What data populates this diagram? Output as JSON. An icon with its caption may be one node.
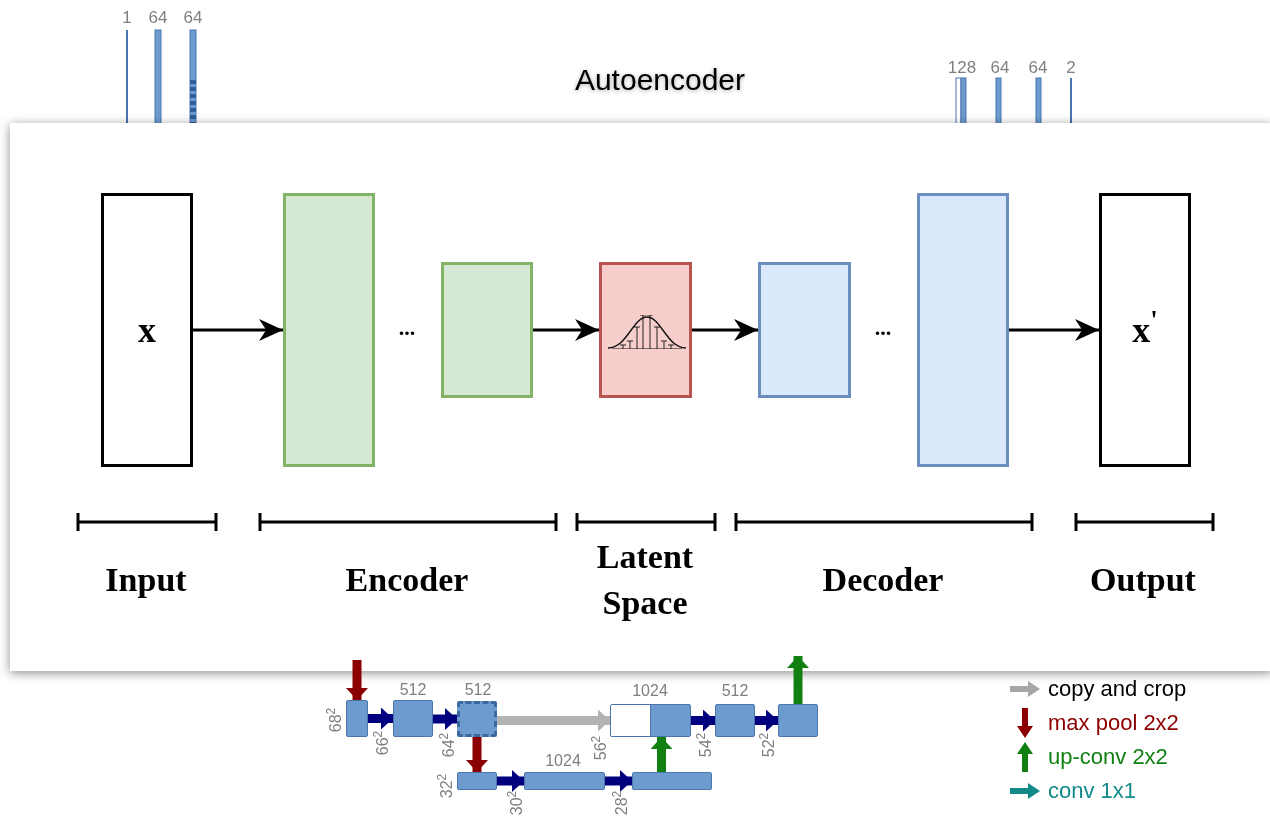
{
  "diagram": {
    "title": "Autoencoder",
    "nodes": [
      {
        "text": [
          "x"
        ]
      },
      {
        "text": [],
        "shape": "box"
      },
      {
        "text": [],
        "shape": "box"
      },
      {
        "text": [],
        "shape": "box"
      },
      {
        "text": [],
        "shape": "box"
      },
      {
        "text": [],
        "shape": "box"
      },
      {
        "text": [
          "x$^{'}$"
        ]
      },
      {
        "text": [],
        "shape": "bar",
        "beside": [
          "68$^{2}$"
        ]
      },
      {
        "text": [],
        "shape": "bar",
        "beside": [
          "512",
          "66$^{2}$"
        ]
      },
      {
        "text": [],
        "shape": "bar",
        "beside": [
          "512",
          "64$^{2}$"
        ]
      },
      {
        "text": [],
        "shape": "bar",
        "beside": [
          "1024",
          "56$^{2}$"
        ]
      },
      {
        "text": [],
        "shape": "bar",
        "beside": [
          "512",
          "54$^{2}$"
        ]
      },
      {
        "text": [],
        "shape": "bar",
        "beside": [
          "52$^{2}$"
        ]
      },
      {
        "text": [],
        "shape": "bar",
        "beside": [
          "32$^{2}$"
        ]
      },
      {
        "text": [],
        "shape": "bar",
        "beside": [
          "1024",
          "30$^{2}$"
        ]
      },
      {
        "text": [],
        "shape": "bar",
        "beside": [
          "28$^{2}$"
        ]
      }
    ],
    "edges": [
      {
        "from": 0,
        "to": 1,
        "arrow": "to",
        "color": "#000000"
      },
      {
        "from": 2,
        "to": 3,
        "arrow": "to",
        "color": "#000000"
      },
      {
        "from": 3,
        "to": 4,
        "arrow": "to",
        "color": "#000000"
      },
      {
        "from": 5,
        "to": 6,
        "arrow": "to",
        "color": "#000000"
      },
      {
        "from": null,
        "to": 7,
        "arrow": "to",
        "color": "#8b0000"
      },
      {
        "from": 7,
        "to": 8,
        "arrow": "to",
        "color": "#00007f"
      },
      {
        "from": 8,
        "to": 9,
        "arrow": "to",
        "color": "#00007f"
      },
      {
        "from": 9,
        "to": 13,
        "arrow": "to",
        "color": "#8b0000"
      },
      {
        "from": 13,
        "to": 14,
        "arrow": "to",
        "color": "#00007f"
      },
      {
        "from": 14,
        "to": 15,
        "arrow": "to",
        "color": "#00007f"
      },
      {
        "from": 15,
        "to": 10,
        "arrow": "to",
        "color": "#118011"
      },
      {
        "from": 9,
        "to": 10,
        "arrow": "to",
        "color": "#b3b3b3"
      },
      {
        "from": 10,
        "to": 11,
        "arrow": "to",
        "color": "#00007f"
      },
      {
        "from": 11,
        "to": 12,
        "arrow": "to",
        "color": "#00007f"
      },
      {
        "from": 12,
        "to": null,
        "arrow": "to",
        "color": "#118011"
      }
    ],
    "labels": [
      "1",
      "64",
      "64",
      "128",
      "64",
      "64",
      "2",
      "...",
      "...",
      "Input",
      "Encoder",
      "Latent Space",
      "Decoder",
      "Output"
    ],
    "legend": [
      {
        "text": "copy and crop"
      },
      {
        "text": "max pool 2x2"
      },
      {
        "text": "up-conv 2x2"
      },
      {
        "text": "conv 1x1"
      }
    ]
  }
}
